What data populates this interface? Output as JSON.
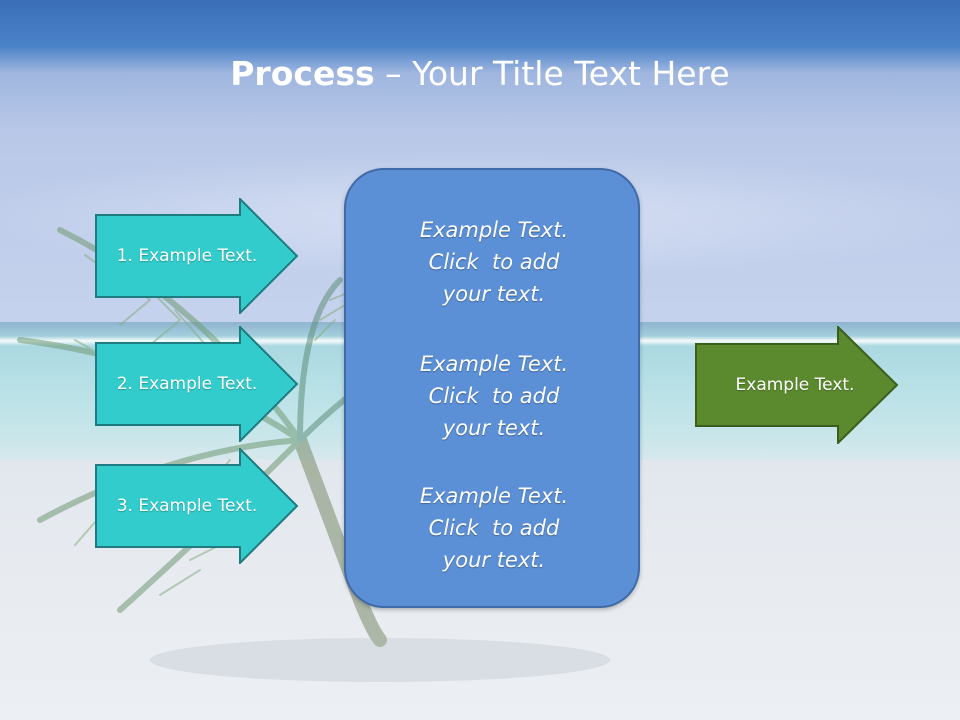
{
  "title": {
    "bold": "Process",
    "rest": " – Your Title Text Here"
  },
  "left_steps": [
    {
      "label": "1. Example Text."
    },
    {
      "label": "2. Example Text."
    },
    {
      "label": "3. Example Text."
    }
  ],
  "center_blocks": [
    {
      "line1": "Example Text.",
      "line2": "Click  to add",
      "line3": "your text."
    },
    {
      "line1": "Example Text.",
      "line2": "Click  to add",
      "line3": "your text."
    },
    {
      "line1": "Example Text.",
      "line2": "Click  to add",
      "line3": "your text."
    }
  ],
  "output": {
    "label": "Example Text."
  },
  "colors": {
    "step_fill": "#33cccc",
    "step_stroke": "#1e7b80",
    "center_fill": "#5b8fd6",
    "output_fill": "#5b8a2e",
    "output_stroke": "#3b5e1b",
    "title_band": "#3a6fb8"
  }
}
